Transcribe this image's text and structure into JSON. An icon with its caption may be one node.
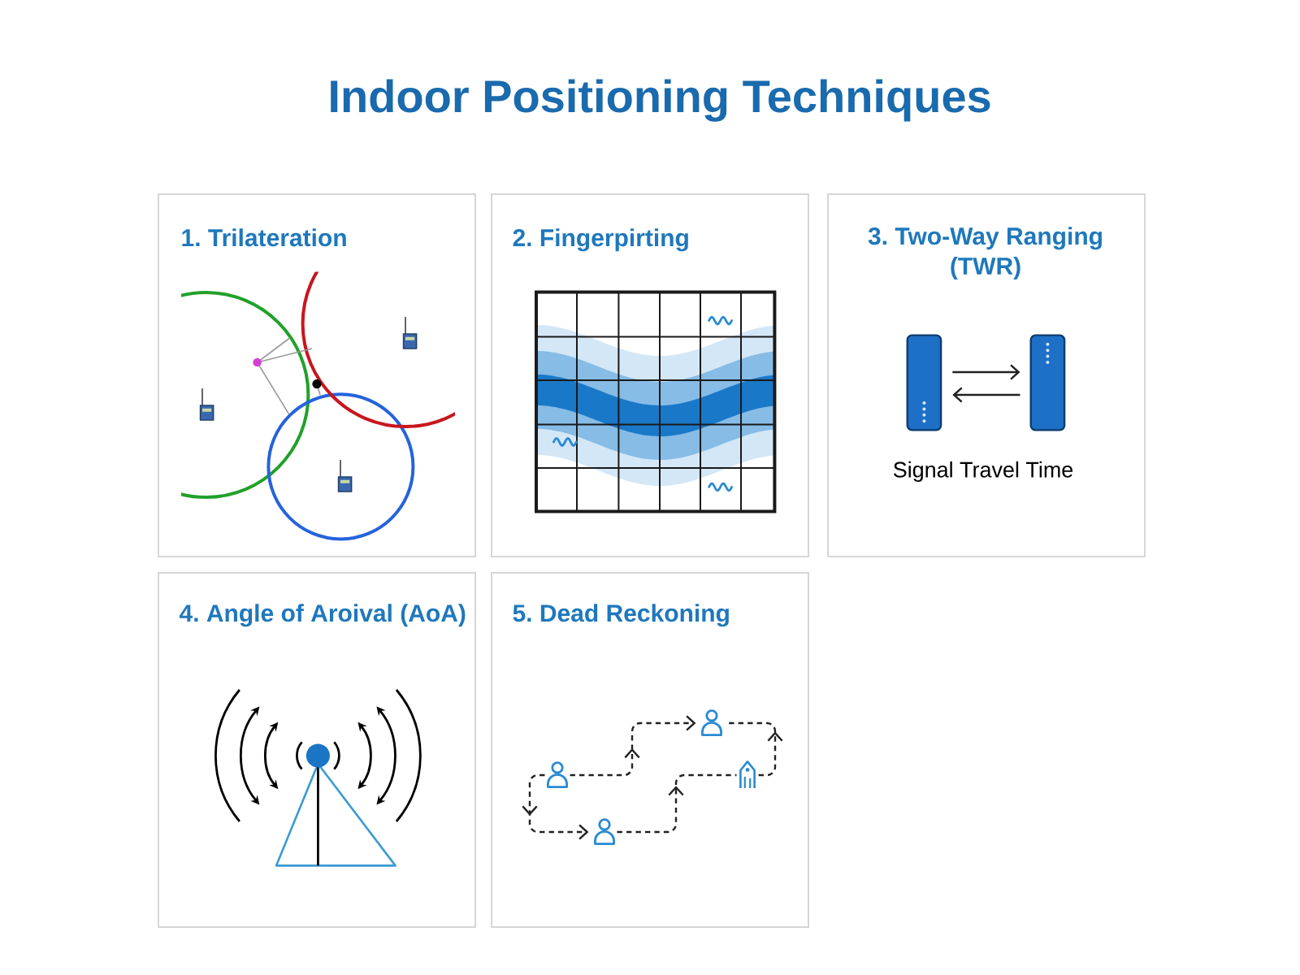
{
  "diagram": {
    "title": "Indoor Positioning Techniques",
    "nodes": [
      {
        "text": [
          "1. Trilateration"
        ]
      },
      {
        "text": [
          "2. Fingerpirting"
        ]
      },
      {
        "text": [
          "3. Two-Way Ranging (TWR)"
        ]
      },
      {
        "text": [],
        "shape": "box",
        "in": 2
      },
      {
        "text": [],
        "shape": "box",
        "in": 2
      },
      {
        "text": [
          "4. Angle of Aroival (AoA)"
        ]
      },
      {
        "text": [
          "5. Dead Reckoning"
        ]
      },
      {
        "text": [],
        "shape": "person",
        "in": 6
      },
      {
        "text": [],
        "shape": "person",
        "in": 6
      },
      {
        "text": [],
        "shape": "building",
        "in": 6
      },
      {
        "text": [],
        "shape": "person",
        "in": 6
      }
    ],
    "edges": [
      {
        "from": 3,
        "to": 4,
        "arrow": "to"
      },
      {
        "from": 4,
        "to": 3,
        "arrow": "to"
      },
      {
        "from": 7,
        "to": 8,
        "arrow": "to",
        "style": "dashed"
      },
      {
        "from": 7,
        "to": 10,
        "arrow": "to",
        "style": "dashed"
      },
      {
        "from": 10,
        "to": 9,
        "arrow": "to",
        "style": "dashed"
      },
      {
        "from": 9,
        "to": 8,
        "arrow": "to",
        "style": "dashed"
      }
    ],
    "labels": [
      "Signal Travel Time"
    ]
  }
}
